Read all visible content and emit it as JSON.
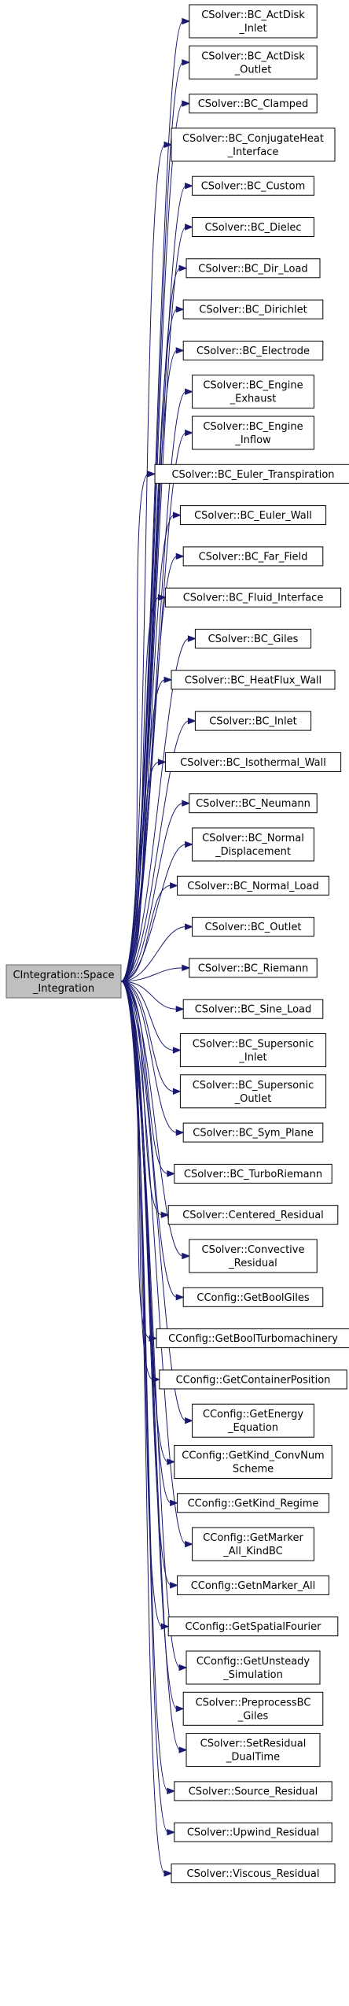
{
  "colors": {
    "edge": "#191970",
    "node_border": "#000000",
    "node_fill": "#ffffff",
    "root_fill": "#bfbfbf",
    "root_border": "#666666"
  },
  "root": {
    "lines": [
      "CIntegration::Space",
      "_Integration"
    ]
  },
  "nodes": [
    {
      "lines": [
        "CSolver::BC_ActDisk",
        "_Inlet"
      ]
    },
    {
      "lines": [
        "CSolver::BC_ActDisk",
        "_Outlet"
      ]
    },
    {
      "lines": [
        "CSolver::BC_Clamped"
      ]
    },
    {
      "lines": [
        "CSolver::BC_ConjugateHeat",
        "_Interface"
      ]
    },
    {
      "lines": [
        "CSolver::BC_Custom"
      ]
    },
    {
      "lines": [
        "CSolver::BC_Dielec"
      ]
    },
    {
      "lines": [
        "CSolver::BC_Dir_Load"
      ]
    },
    {
      "lines": [
        "CSolver::BC_Dirichlet"
      ]
    },
    {
      "lines": [
        "CSolver::BC_Electrode"
      ]
    },
    {
      "lines": [
        "CSolver::BC_Engine",
        "_Exhaust"
      ]
    },
    {
      "lines": [
        "CSolver::BC_Engine",
        "_Inflow"
      ]
    },
    {
      "lines": [
        "CSolver::BC_Euler_Transpiration"
      ]
    },
    {
      "lines": [
        "CSolver::BC_Euler_Wall"
      ]
    },
    {
      "lines": [
        "CSolver::BC_Far_Field"
      ]
    },
    {
      "lines": [
        "CSolver::BC_Fluid_Interface"
      ]
    },
    {
      "lines": [
        "CSolver::BC_Giles"
      ]
    },
    {
      "lines": [
        "CSolver::BC_HeatFlux_Wall"
      ]
    },
    {
      "lines": [
        "CSolver::BC_Inlet"
      ]
    },
    {
      "lines": [
        "CSolver::BC_Isothermal_Wall"
      ]
    },
    {
      "lines": [
        "CSolver::BC_Neumann"
      ]
    },
    {
      "lines": [
        "CSolver::BC_Normal",
        "_Displacement"
      ]
    },
    {
      "lines": [
        "CSolver::BC_Normal_Load"
      ]
    },
    {
      "lines": [
        "CSolver::BC_Outlet"
      ]
    },
    {
      "lines": [
        "CSolver::BC_Riemann"
      ]
    },
    {
      "lines": [
        "CSolver::BC_Sine_Load"
      ]
    },
    {
      "lines": [
        "CSolver::BC_Supersonic",
        "_Inlet"
      ]
    },
    {
      "lines": [
        "CSolver::BC_Supersonic",
        "_Outlet"
      ]
    },
    {
      "lines": [
        "CSolver::BC_Sym_Plane"
      ]
    },
    {
      "lines": [
        "CSolver::BC_TurboRiemann"
      ]
    },
    {
      "lines": [
        "CSolver::Centered_Residual"
      ]
    },
    {
      "lines": [
        "CSolver::Convective",
        "_Residual"
      ]
    },
    {
      "lines": [
        "CConfig::GetBoolGiles"
      ]
    },
    {
      "lines": [
        "CConfig::GetBoolTurbomachinery"
      ]
    },
    {
      "lines": [
        "CConfig::GetContainerPosition"
      ]
    },
    {
      "lines": [
        "CConfig::GetEnergy",
        "_Equation"
      ]
    },
    {
      "lines": [
        "CConfig::GetKind_ConvNum",
        "Scheme"
      ]
    },
    {
      "lines": [
        "CConfig::GetKind_Regime"
      ]
    },
    {
      "lines": [
        "CConfig::GetMarker",
        "_All_KindBC"
      ]
    },
    {
      "lines": [
        "CConfig::GetnMarker_All"
      ]
    },
    {
      "lines": [
        "CConfig::GetSpatialFourier"
      ]
    },
    {
      "lines": [
        "CConfig::GetUnsteady",
        "_Simulation"
      ]
    },
    {
      "lines": [
        "CSolver::PreprocessBC",
        "_Giles"
      ]
    },
    {
      "lines": [
        "CSolver::SetResidual",
        "_DualTime"
      ]
    },
    {
      "lines": [
        "CSolver::Source_Residual"
      ]
    },
    {
      "lines": [
        "CSolver::Upwind_Residual"
      ]
    },
    {
      "lines": [
        "CSolver::Viscous_Residual"
      ]
    }
  ]
}
